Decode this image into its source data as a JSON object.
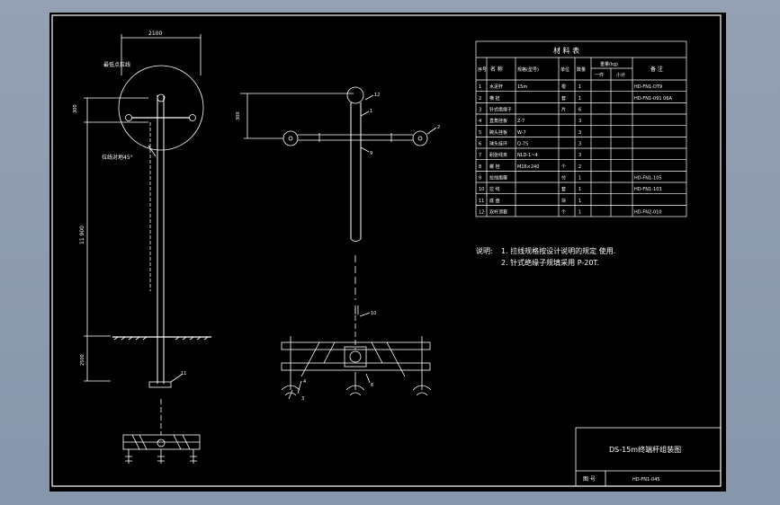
{
  "title_block": {
    "drawing_title": "DS-15m终端杆组装图",
    "drawing_no_label": "图 号",
    "drawing_no": "HD-FN1-045"
  },
  "notes": {
    "heading": "说明:",
    "line1": "1. 拉线规格按设计说明的规定 使用.",
    "line2": "2. 针式绝缘子规填采用 P-20T."
  },
  "material_table": {
    "title": "材  料  表",
    "headers": {
      "no": "序号",
      "name": "名  称",
      "spec": "规格(型号)",
      "unit": "单位",
      "qty": "数量",
      "weight": "重量(kg)",
      "weight_single": "一件",
      "weight_total": "小计",
      "remark": "备  注"
    },
    "rows": [
      {
        "no": "1",
        "name": "水泥杆",
        "spec": "15m",
        "unit": "根",
        "qty": "1",
        "remark": "HD-FN1-DT9"
      },
      {
        "no": "2",
        "name": "横 担",
        "spec": "",
        "unit": "套",
        "qty": "1",
        "remark": "HD-FN1-091 06A"
      },
      {
        "no": "3",
        "name": "针式绝缘子",
        "spec": "",
        "unit": "片",
        "qty": "6",
        "remark": ""
      },
      {
        "no": "4",
        "name": "直角挂板",
        "spec": "Z-7",
        "unit": "",
        "qty": "3",
        "remark": ""
      },
      {
        "no": "5",
        "name": "碗头挂板",
        "spec": "W-7",
        "unit": "",
        "qty": "3",
        "remark": ""
      },
      {
        "no": "6",
        "name": "球头挂环",
        "spec": "Q-7S",
        "unit": "",
        "qty": "3",
        "remark": ""
      },
      {
        "no": "7",
        "name": "耐张线夹",
        "spec": "NLD-1~4",
        "unit": "",
        "qty": "3",
        "remark": ""
      },
      {
        "no": "8",
        "name": "螺 栓",
        "spec": "M16×240",
        "unit": "个",
        "qty": "2",
        "remark": ""
      },
      {
        "no": "9",
        "name": "拉线抱箍",
        "spec": "",
        "unit": "付",
        "qty": "1",
        "remark": "HD-FN1-105"
      },
      {
        "no": "10",
        "name": "拉 线",
        "spec": "",
        "unit": "套",
        "qty": "1",
        "remark": "HD-FN1-103"
      },
      {
        "no": "11",
        "name": "底 盘",
        "spec": "",
        "unit": "块",
        "qty": "1",
        "remark": ""
      },
      {
        "no": "12",
        "name": "双杆顶套",
        "spec": "",
        "unit": "个",
        "qty": "1",
        "remark": "HD-FN2-010"
      }
    ]
  },
  "side_view": {
    "dim_top": "2100",
    "label_circle": "最低点拉线",
    "label_guy": "拉线对地45°",
    "dim_300": "300",
    "dim_11900": "11 900",
    "dim_2500": "2500",
    "callout_11": "11"
  },
  "front_view": {
    "dim_300": "300",
    "callouts": [
      "12",
      "1",
      "2",
      "9",
      "10",
      "4",
      "6",
      "3"
    ]
  }
}
